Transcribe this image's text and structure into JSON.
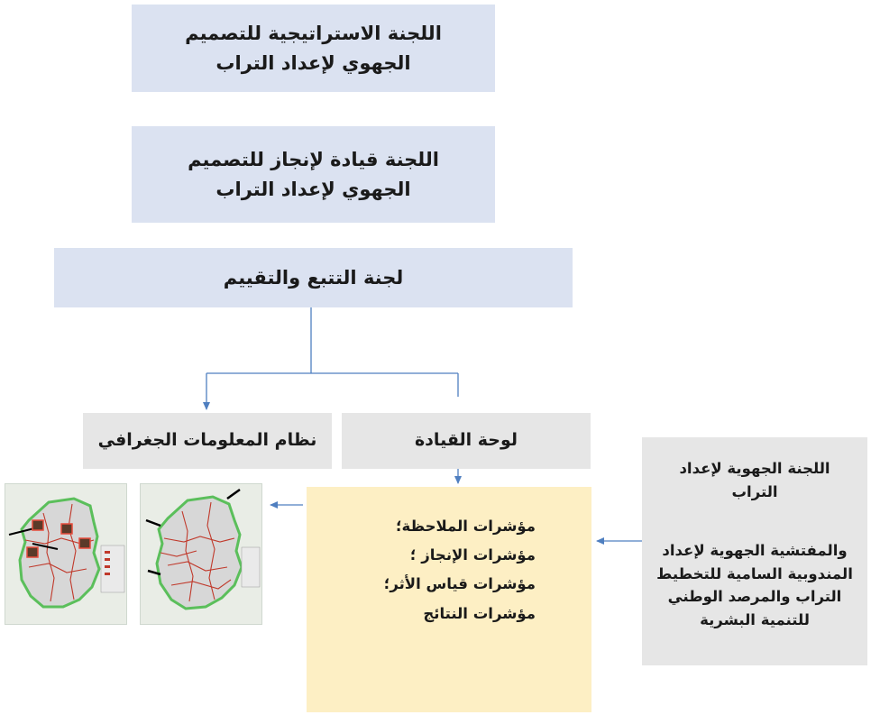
{
  "boxes": {
    "strategic_committee": {
      "lines": [
        "اللجنة الاستراتيجية للتصميم",
        "الجهوي لإعداد التراب"
      ]
    },
    "steering_committee": {
      "lines": [
        "اللجنة قيادة لإنجاز للتصميم",
        "الجهوي لإعداد التراب"
      ]
    },
    "monitoring_committee": {
      "label": "لجنة التتبع والتقييم"
    },
    "gis": {
      "label": "نظام المعلومات الجغرافي"
    },
    "dashboard": {
      "label": "لوحة القيادة"
    },
    "regional_committee": {
      "lines_top": [
        "اللجنة الجهوية لإعداد",
        "التراب"
      ],
      "lines_bottom": [
        "والمفتشية الجهوية لإعداد",
        "المندوبية السامية للتخطيط",
        "التراب والمرصد الوطني",
        "للتنمية البشرية"
      ]
    },
    "indicators": {
      "lines": [
        "مؤشرات الملاحظة؛",
        "مؤشرات الإنجاز ؛",
        "مؤشرات قياس الأثر؛",
        "مؤشرات النتائج"
      ]
    }
  },
  "colors": {
    "blue_box": "#dbe2f1",
    "grey_box": "#e6e6e6",
    "cream_box": "#fdefc4",
    "connector": "#4f7fc0"
  }
}
